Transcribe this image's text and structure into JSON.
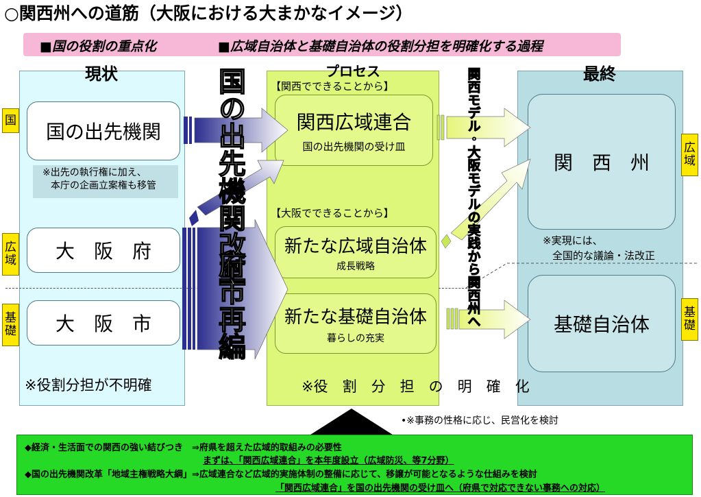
{
  "title": "○関西州への道筋（大阪における大まかなイメージ）",
  "subtitle": {
    "item1": "■国の役割の重点化",
    "item2": "■広域自治体と基礎自治体の役割分担を明確化する過程"
  },
  "columns": {
    "left": {
      "heading": "現状",
      "box1": "国の出先機関",
      "note": [
        "※出先の執行権に加え、",
        "本庁の企画立案権も移管"
      ],
      "box2": "大　阪　府",
      "box3": "大　阪　市",
      "footer": "※役割分担が不明確"
    },
    "mid": {
      "heading": "プロセス",
      "label1": "【関西でできることから】",
      "box1_title": "関西広域連合",
      "box1_sub": "国の出先機関の受け皿",
      "label2": "【大阪でできることから】",
      "box2_title": "新たな広域自治体",
      "box2_sub": "成長戦略",
      "box3_title": "新たな基礎自治体",
      "box3_sub": "暮らしの充実",
      "footer": "※役　割　分　担　の　明　確　化"
    },
    "right": {
      "heading": "最終",
      "box1": "関　西　州",
      "note": [
        "※実現には、",
        "全国的な議論・法改正"
      ],
      "box2": "基礎自治体"
    }
  },
  "tags": {
    "kuni": "国",
    "kouiki_left": "広域",
    "kiso_left": "基礎",
    "kouiki_right": "広域",
    "kiso_right": "基礎"
  },
  "vertical_labels": {
    "left_top": "国の出先機関改革",
    "left_bottom": "府市再編",
    "right": "関西モデル・大阪モデルの実践から関西州へ"
  },
  "privatization_note": "•※事務の性格に応じ、民営化を検討",
  "bottom_panel": {
    "line1": "◆経済・生活面での関西の強い結びつき　⇒府県を超えた広域的取組みの必要性",
    "line2": "まずは、「関西広域連合」を本年度設立（広域防災、等7分野）",
    "line3": "◆国の出先機関改革「地域主権戦略大綱」⇒広域連合など広域的実施体制の整備に応じて、移譲が可能となるような仕組みを検討",
    "line4": "「関西広域連合」を国の出先機関の受け皿へ（府県で対応できない事務への対応）"
  },
  "colors": {
    "left_column": "#ddfbff",
    "mid_column": "#ddf77a",
    "right_column": "#b8dde2",
    "subtitle_bar": "#f7b8d8",
    "bottom_panel": "#27d927",
    "tag": "#ffe800",
    "arrow_dark": "#2c2f8f"
  }
}
